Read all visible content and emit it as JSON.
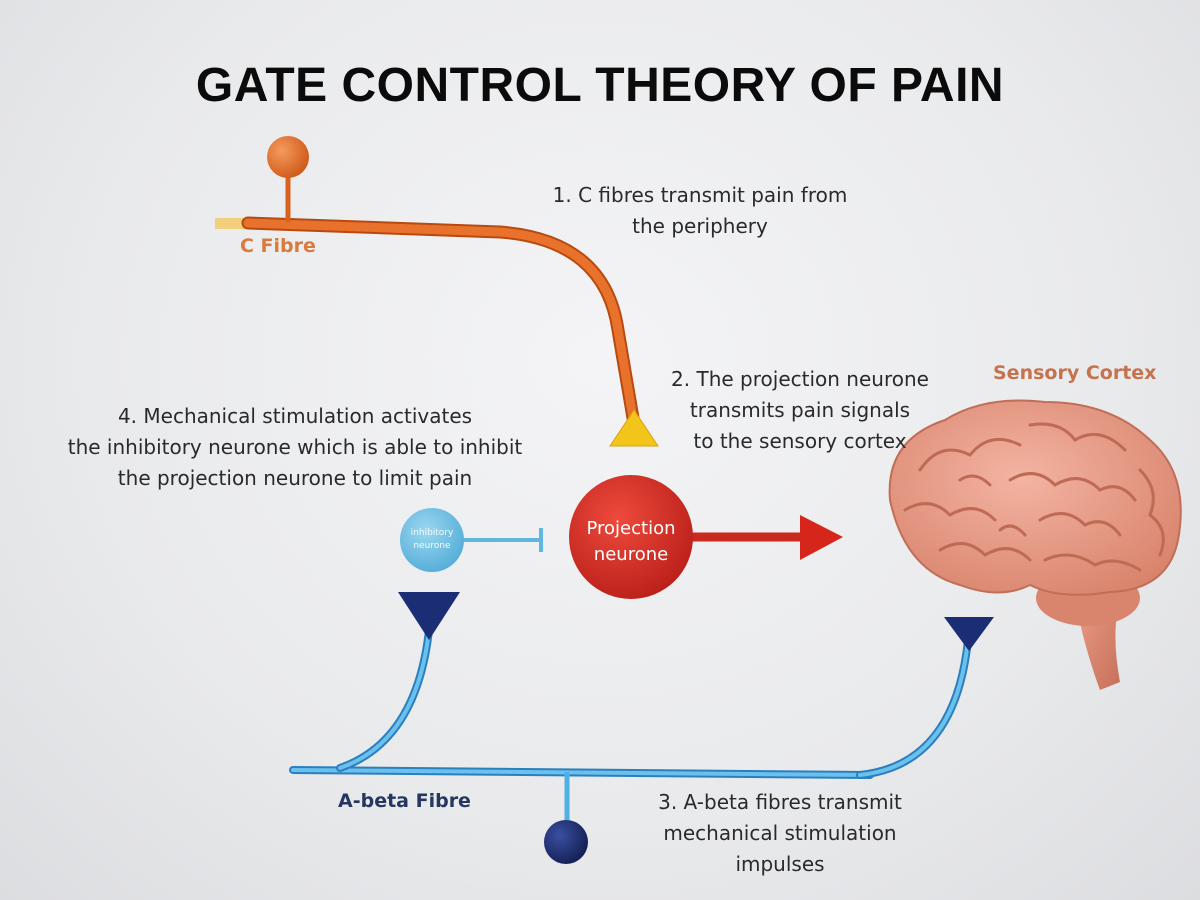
{
  "title": "GATE CONTROL THEORY OF PAIN",
  "steps": {
    "step1": [
      "1. C fibres transmit pain from",
      "the periphery"
    ],
    "step2": [
      "2. The projection neurone",
      "transmits pain signals",
      "to the sensory cortex"
    ],
    "step3": [
      "3. A-beta fibres transmit",
      "mechanical stimulation",
      "impulses"
    ],
    "step4": [
      "4. Mechanical stimulation activates",
      "the inhibitory neurone which is able to inhibit",
      "the projection neurone to limit pain"
    ]
  },
  "labels": {
    "c_fibre": "C Fibre",
    "a_beta_fibre": "A-beta Fibre",
    "sensory_cortex": "Sensory Cortex",
    "projection_neurone": [
      "Projection",
      "neurone"
    ],
    "inhibitory_neurone": [
      "inhibitory",
      "neurone"
    ]
  },
  "colors": {
    "c_fibre": "#e0611c",
    "a_beta_fibre": "#4fb0e3",
    "a_beta_terminal": "#1b2d74",
    "projection_neurone": "#d42a22",
    "inhibitory_neurone": "#6cc0e4",
    "synapse": "#f3c41a",
    "brain": "#e79a84",
    "sensory_cortex_label": "#c4734e",
    "fibre_label_blue": "#26375f"
  },
  "icons": {
    "brain": "brain-icon",
    "c_fibre_cell_body": "cell-body-icon",
    "a_beta_cell_body": "cell-body-icon"
  }
}
